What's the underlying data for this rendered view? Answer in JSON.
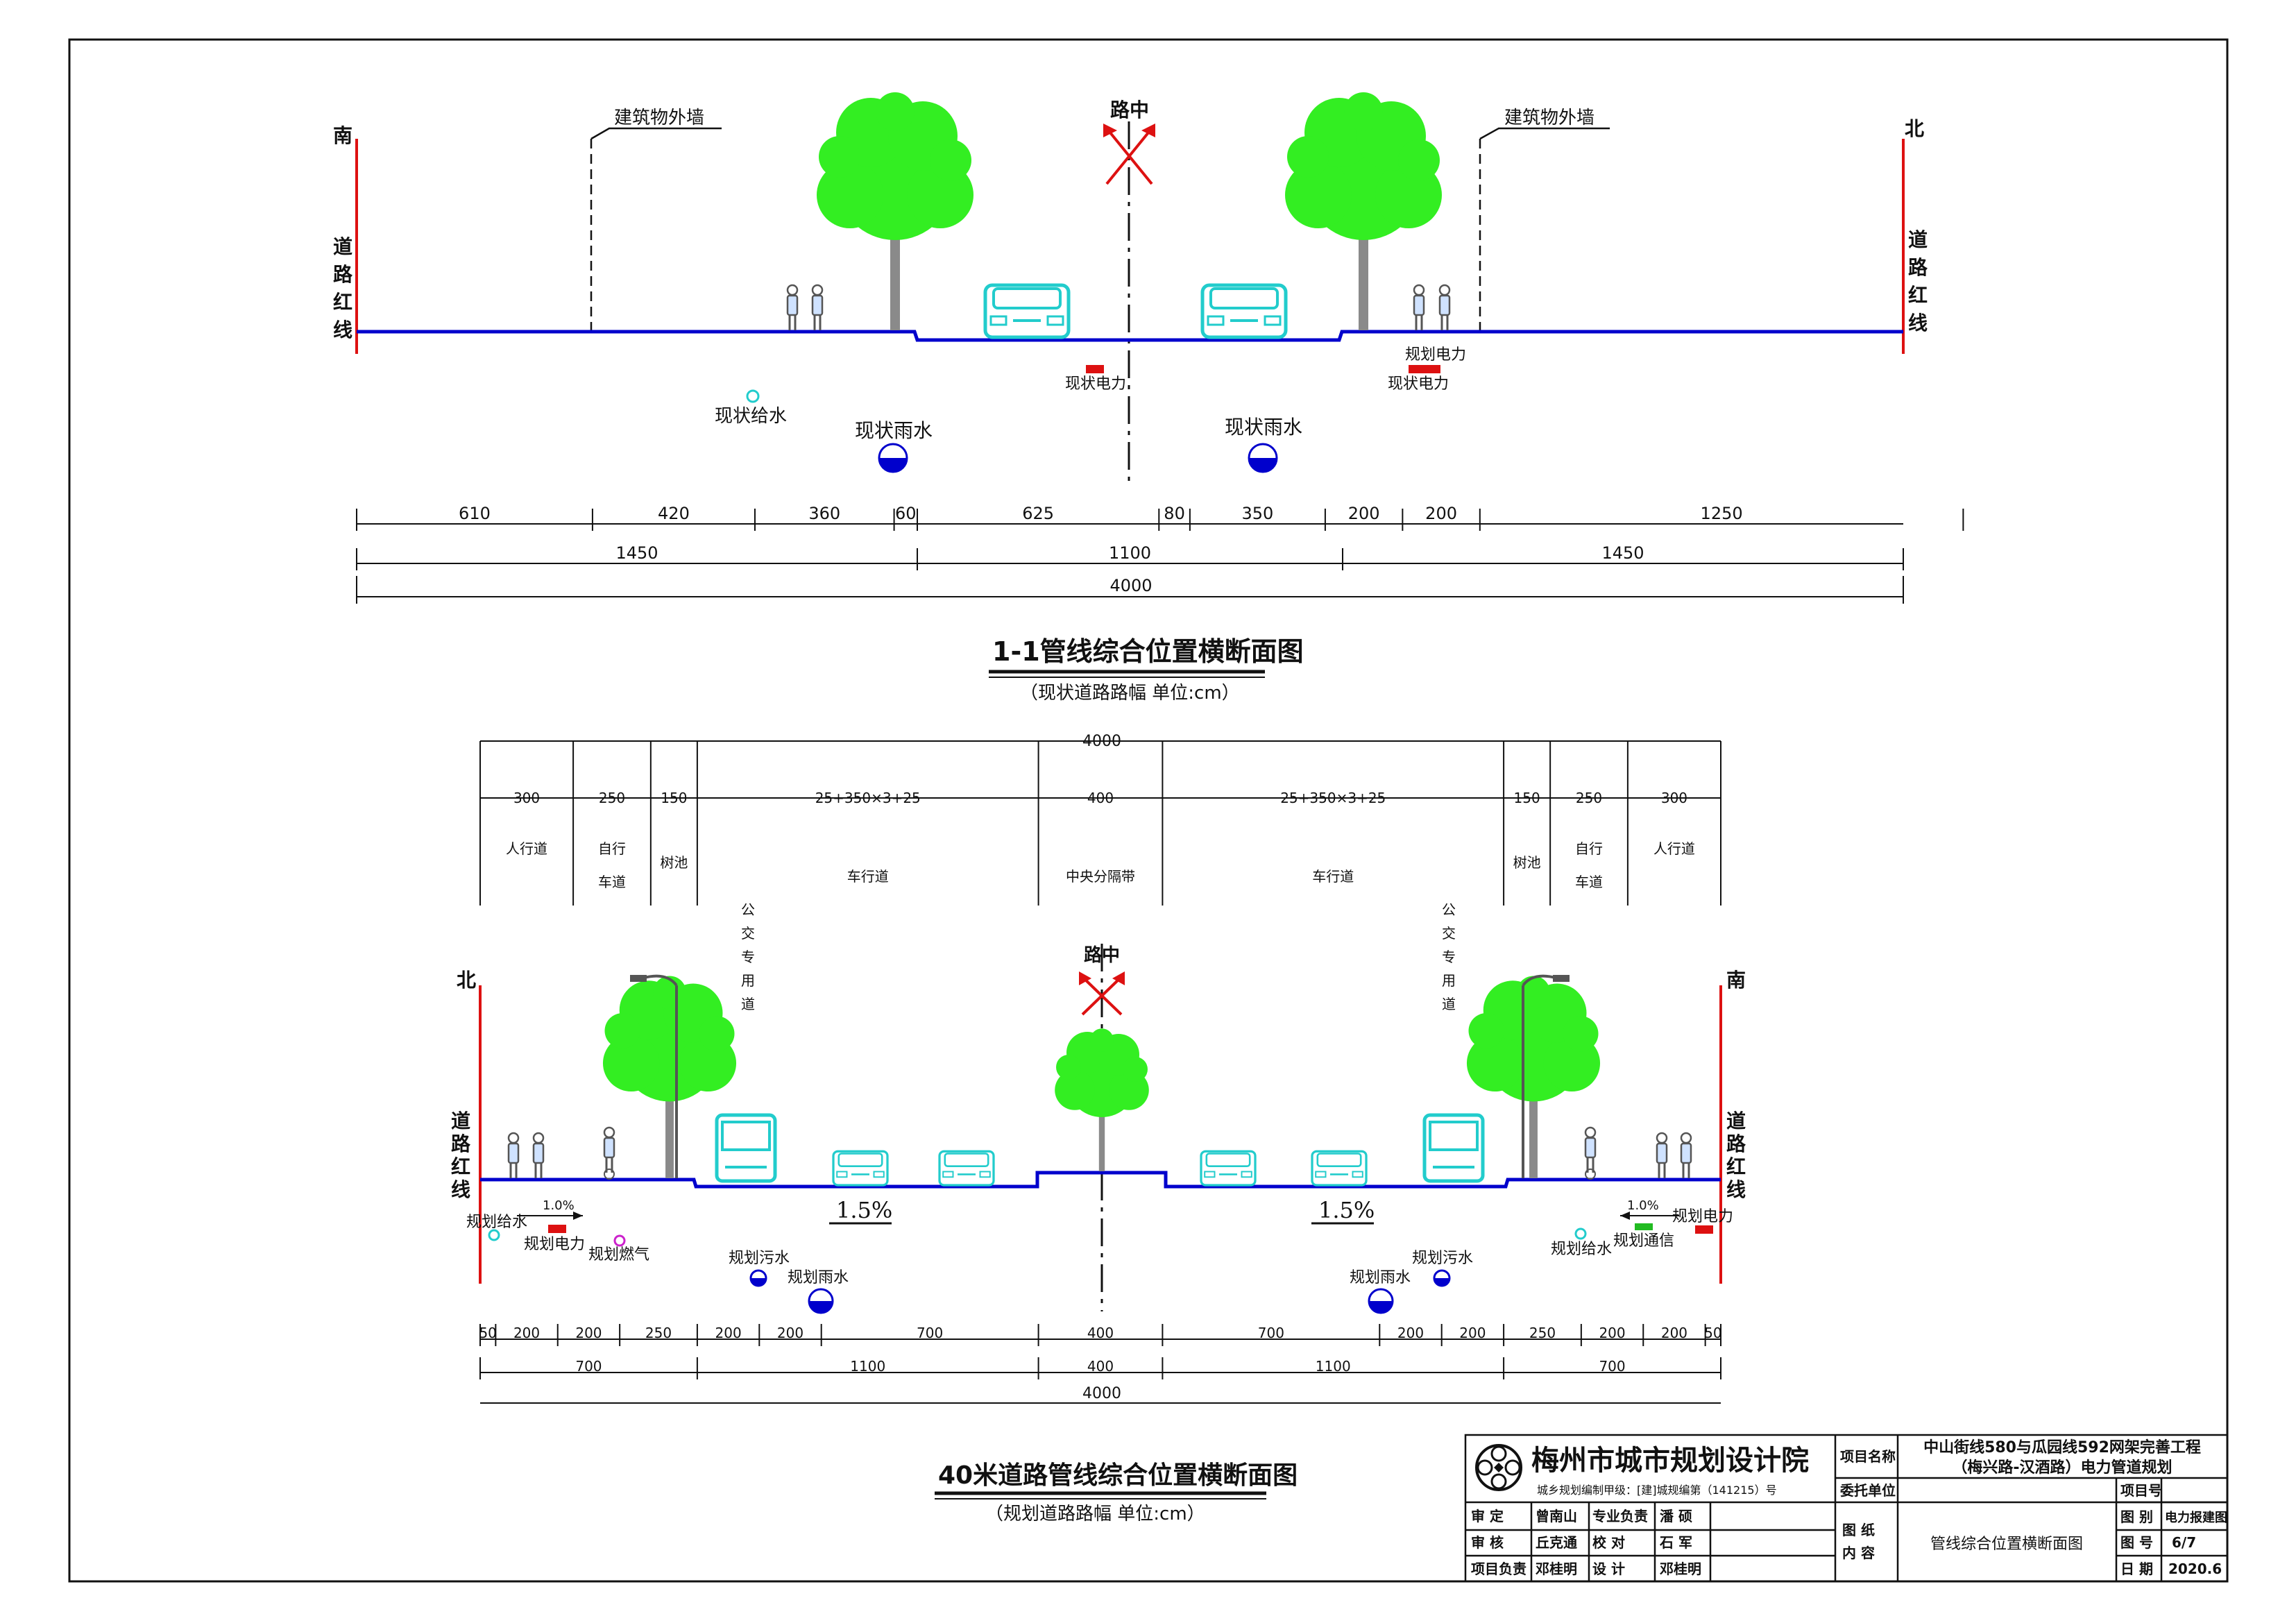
{
  "colors": {
    "road": "#0000cc",
    "redline": "#dd1111",
    "tree": "#33ee22",
    "vehicle": "#22cccc",
    "water": "#22cccc",
    "rain": "#0000cc",
    "power": "#dd1111",
    "gas": "#cc22cc",
    "telecom": "#22bb22"
  },
  "icons": [
    "tree-icon",
    "car-icon",
    "bus-icon",
    "pedestrian-icon",
    "cyclist-icon",
    "street-lamp-icon",
    "pipe-circle-icon",
    "centerline-marker-icon",
    "institute-logo"
  ],
  "section1": {
    "south": "南",
    "north": "北",
    "redline": [
      "道",
      "路",
      "红",
      "线"
    ],
    "wall_left": "建筑物外墙",
    "wall_right": "建筑物外墙",
    "center": "路中",
    "pipes": {
      "water": "现状给水",
      "rain_left": "现状雨水",
      "rain_right": "现状雨水",
      "power_mid": "现状电力",
      "power_right_plan": "规划电力",
      "power_right": "现状电力"
    },
    "dims_row1": [
      "610",
      "420",
      "360",
      "60",
      "625",
      "80",
      "350",
      "200",
      "200",
      "1250"
    ],
    "dims_row2": [
      "1450",
      "1100",
      "1450"
    ],
    "dims_total": "4000",
    "title": "1-1管线综合位置横断面图",
    "subtitle": "（现状道路路幅  单位:cm）"
  },
  "section2": {
    "total_top": "4000",
    "top_dims": [
      "300",
      "250",
      "150",
      "25+350×3+25",
      "400",
      "25+350×3+25",
      "150",
      "250",
      "300"
    ],
    "zones": [
      "人行道",
      "自行车道",
      "树池",
      "车行道",
      "中央分隔带",
      "车行道",
      "树池",
      "自行车道",
      "人行道"
    ],
    "bus_lane": "公交专用道",
    "north": "北",
    "south": "南",
    "redline": [
      "道",
      "路",
      "红",
      "线"
    ],
    "center": "路中",
    "slope_main": "1.5%",
    "slope_side": "1.0%",
    "pipes": {
      "water_left": "规划给水",
      "power_left": "规划电力",
      "gas": "规划燃气",
      "sewage_left": "规划污水",
      "rain_left": "规划雨水",
      "rain_right": "规划雨水",
      "sewage_right": "规划污水",
      "water_right": "规划给水",
      "telecom": "规划通信",
      "power_right": "规划电力"
    },
    "dims_row1": [
      "50",
      "200",
      "200",
      "250",
      "200",
      "200",
      "700",
      "400",
      "700",
      "200",
      "200",
      "250",
      "200",
      "200",
      "50"
    ],
    "dims_row2": [
      "700",
      "1100",
      "400",
      "1100",
      "700"
    ],
    "dims_total": "4000",
    "title": "40米道路管线综合位置横断面图",
    "subtitle": "（规划道路路幅  单位:cm）"
  },
  "titleblock": {
    "institute": "梅州市城市规划设计院",
    "license": "城乡规划编制甲级：[建]城规编第（141215）号",
    "project_label": "项目名称",
    "project_name_1": "中山街线580与瓜园线592网架完善工程",
    "project_name_2": "（梅兴路-汉酒路）电力管道规划",
    "client_label": "委托单位",
    "client_value": "",
    "project_no_label": "项目号",
    "project_no_value": "",
    "approve_label": "审    定",
    "approve_name": "曾南山",
    "review_label": "审    核",
    "review_name": "丘克通",
    "lead_label": "项目负责",
    "lead_name": "邓桂明",
    "spec_label": "专业负责",
    "spec_name": "潘    硕",
    "check_label": "校    对",
    "check_name": "石    军",
    "design_label": "设    计",
    "design_name": "邓桂明",
    "drawing_label_1": "图    纸",
    "drawing_label_2": "内    容",
    "drawing_content": "管线综合位置横断面图",
    "category_label": "图    别",
    "category_value": "电力报建图",
    "number_label": "图    号",
    "number_value": "6/7",
    "date_label": "日    期",
    "date_value": "2020.6"
  }
}
